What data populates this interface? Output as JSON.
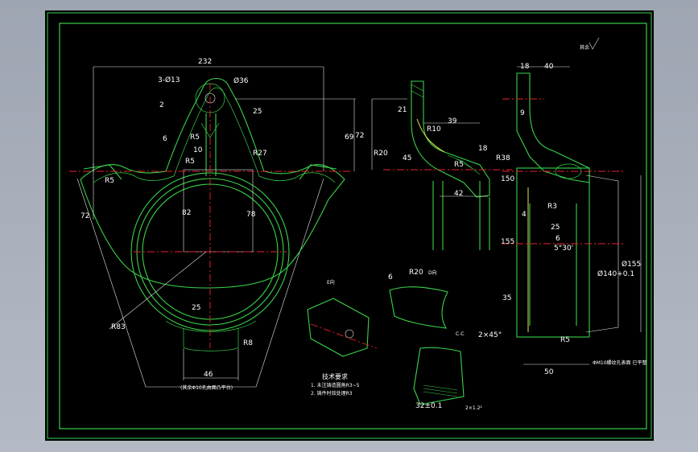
{
  "drawing": {
    "labels": {
      "d232": "232",
      "holes": "3-Ø13",
      "d36": "Ø36",
      "d2": "2",
      "d25": "25",
      "d72": "72",
      "d69": "69",
      "r5a": "R5",
      "r5b": "R5",
      "d10": "10",
      "d6": "6",
      "r27": "R27",
      "r5c": "R5",
      "d82": "82",
      "d78": "78",
      "d72left": "72",
      "r83": "R83",
      "d25b": "25",
      "r8": "R8",
      "d46": "46",
      "note_left": "(其余Φ10孔由面凸平台)",
      "d21": "21",
      "r10": "R10",
      "d39": "39",
      "r20": "R20",
      "d45": "45",
      "d18": "18",
      "r38": "R38",
      "r5d": "R5",
      "d42": "42",
      "d150": "150",
      "d18top": "18",
      "d40": "40",
      "d9": "9",
      "r3": "R3",
      "d155": "155",
      "d25c": "25",
      "d6b": "6",
      "angle": "5°30'",
      "d140": "Ø140+0.1",
      "d155dia": "Ø155",
      "d35": "35",
      "d4": "4",
      "chamfer": "2×45°",
      "r5e": "R5",
      "d50": "50",
      "note_right": "ΦМ10螺纹孔表面\n已平整",
      "view_e": "E向",
      "view_d": "D向",
      "section_cc": "C-C",
      "view_r20": "R20",
      "view_d6": "6",
      "tolerance": "32±0.1",
      "chamfer2": "2×1.2²",
      "tech_title": "技术要求",
      "tech_1": "1. 未注铸造圆角R3~5",
      "tech_2": "2. 铸件时效处理R3",
      "roughness": "其余"
    }
  }
}
